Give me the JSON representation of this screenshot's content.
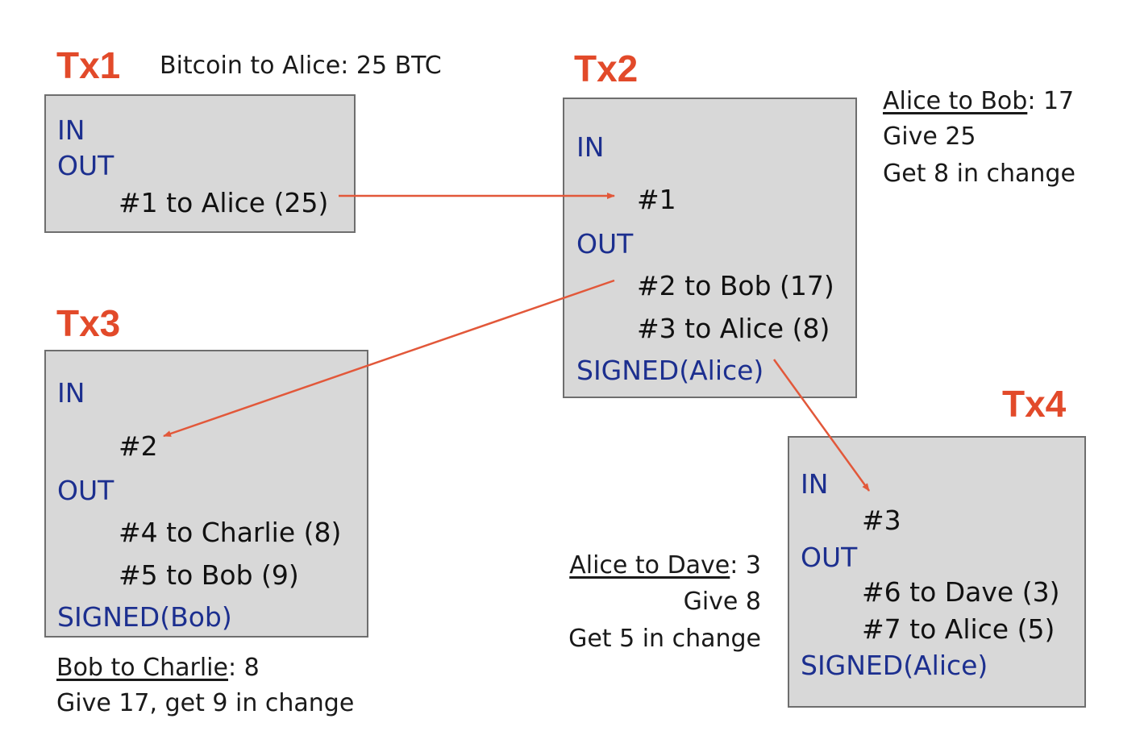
{
  "colors": {
    "title": "#e24a2a",
    "keyword": "#1c2f8f",
    "box_fill": "#d8d8d8",
    "box_border": "#6e6e6e",
    "arrow": "#e2583a",
    "text": "#111111"
  },
  "tx1": {
    "title": "Tx1",
    "caption": "Bitcoin to Alice: 25 BTC",
    "in_label": "IN",
    "out_label": "OUT",
    "outputs": [
      "#1 to Alice (25)"
    ]
  },
  "tx2": {
    "title": "Tx2",
    "in_label": "IN",
    "inputs": [
      "#1"
    ],
    "out_label": "OUT",
    "outputs": [
      "#2 to Bob (17)",
      "#3 to Alice (8)"
    ],
    "signed": "SIGNED(Alice)",
    "note": {
      "underlined": "Alice to Bob",
      "amount": ": 17",
      "line2": "Give 25",
      "line3": "Get 8 in change"
    }
  },
  "tx3": {
    "title": "Tx3",
    "in_label": "IN",
    "inputs": [
      "#2"
    ],
    "out_label": "OUT",
    "outputs": [
      "#4 to Charlie (8)",
      "#5 to Bob (9)"
    ],
    "signed": "SIGNED(Bob)",
    "note": {
      "underlined": "Bob to Charlie",
      "amount": ": 8",
      "line2": "Give 17, get 9 in change"
    }
  },
  "tx4": {
    "title": "Tx4",
    "in_label": "IN",
    "inputs": [
      "#3"
    ],
    "out_label": "OUT",
    "outputs": [
      "#6 to Dave (3)",
      "#7 to Alice (5)"
    ],
    "signed": "SIGNED(Alice)",
    "note": {
      "underlined": "Alice to Dave",
      "amount": ": 3",
      "line2": "Give 8",
      "line3": "Get 5 in change"
    }
  },
  "edges": [
    {
      "from": "tx1.outputs.0",
      "to": "tx2.inputs.0"
    },
    {
      "from": "tx2.outputs.0",
      "to": "tx3.inputs.0"
    },
    {
      "from": "tx2.outputs.1",
      "to": "tx4.inputs.0"
    }
  ]
}
